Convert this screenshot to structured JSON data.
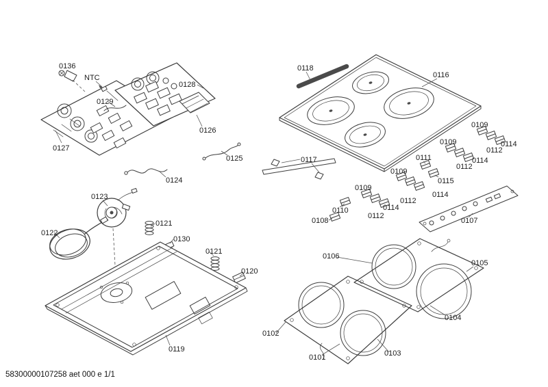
{
  "footer": {
    "text": "58300000107258 aet 000 e 1/1"
  },
  "parts": {
    "p0101": "0101",
    "p0102": "0102",
    "p0103": "0103",
    "p0104": "0104",
    "p0105": "0105",
    "p0106": "0106",
    "p0107": "0107",
    "p0108": "0108",
    "p0109": "0109",
    "p0110": "0110",
    "p0111": "0111",
    "p0112": "0112",
    "p0114": "0114",
    "p0115": "0115",
    "p0116": "0116",
    "p0117": "0117",
    "p0118": "0118",
    "p0119": "0119",
    "p0120": "0120",
    "p0121": "0121",
    "p0122": "0122",
    "p0123": "0123",
    "p0124": "0124",
    "p0125": "0125",
    "p0126": "0126",
    "p0127": "0127",
    "p0128": "0128",
    "p0129": "0129",
    "p0130": "0130",
    "p0136": "0136",
    "ntc": "NTC"
  }
}
